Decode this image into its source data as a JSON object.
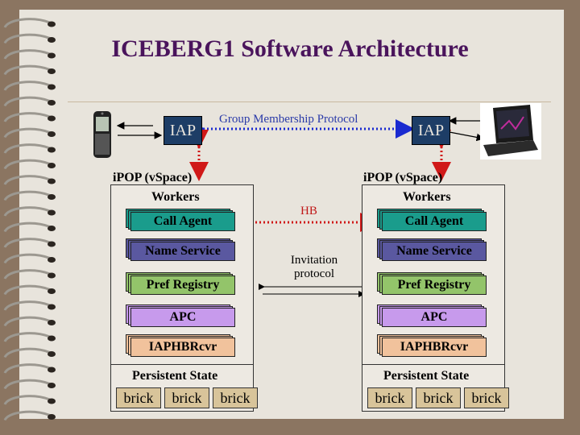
{
  "title": "ICEBERG1 Software Architecture",
  "protocol_label": "Group Membership Protocol",
  "hb_label": "HB",
  "invitation_label_line1": "Invitation",
  "invitation_label_line2": "protocol",
  "left": {
    "iap": "IAP",
    "ipop": "iPOP (vSpace)",
    "workers": "Workers",
    "stacks": [
      "Call Agent",
      "Name Service",
      "Pref Registry",
      "APC",
      "IAPHBRcvr"
    ],
    "persistent_state": "Persistent State",
    "bricks": [
      "brick",
      "brick",
      "brick"
    ]
  },
  "right": {
    "iap": "IAP",
    "ipop": "iPOP (vSpace)",
    "workers": "Workers",
    "stacks": [
      "Call Agent",
      "Name Service",
      "Pref Registry",
      "APC",
      "IAPHBRcvr"
    ],
    "persistent_state": "Persistent State",
    "bricks": [
      "brick",
      "brick",
      "brick"
    ]
  },
  "colors": {
    "call_agent": "#1a9c8c",
    "name_service": "#5a58a0",
    "pref_registry": "#93c46a",
    "apc": "#c79aec",
    "iaphbrcvr": "#f1c29c",
    "iap": "#1d3d66",
    "gmp_line": "#1a2ad0",
    "hb_line": "#d01818"
  }
}
